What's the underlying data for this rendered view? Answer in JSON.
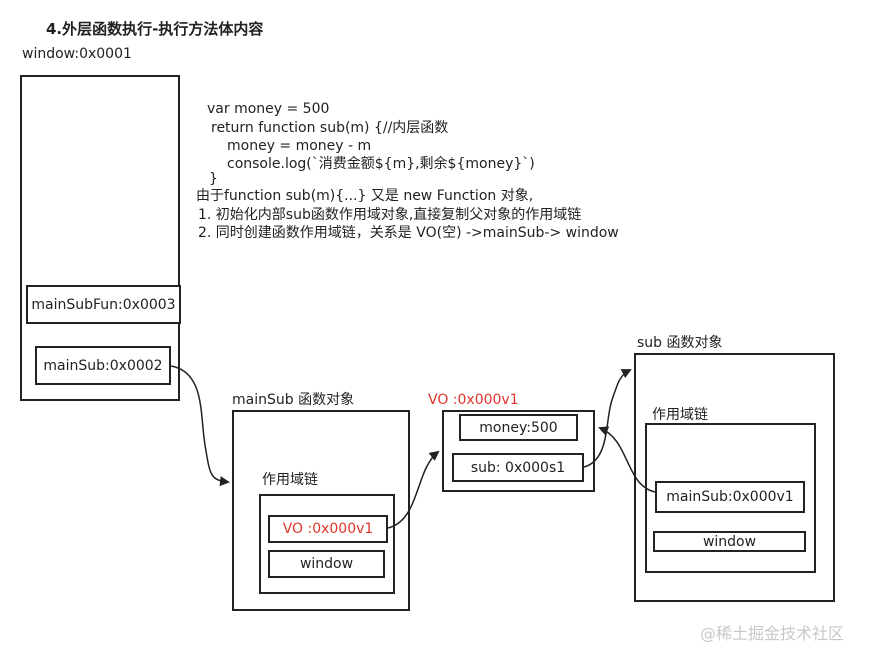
{
  "title": "4.外层函数执行-执行方法体内容",
  "window_box": {
    "label": "window:0x0001",
    "cells": [
      "mainSubFun:0x0003",
      "mainSub:0x0002"
    ]
  },
  "code_block": {
    "lines": [
      "var money = 500",
      "return function sub(m) {//内层函数",
      "money = money - m",
      "console.log(`消费金额${m},剩余${money}`)",
      "}"
    ],
    "notes": [
      "由于function sub(m){...} 又是 new Function 对象,",
      "1. 初始化内部sub函数作用域对象,直接复制父对象的作用域链",
      "2. 同时创建函数作用域链，关系是 VO(空) ->mainSub-> window"
    ]
  },
  "mainsub_object": {
    "label": "mainSub 函数对象",
    "scope_label": "作用域链",
    "cells": [
      "VO :0x000v1",
      "window"
    ]
  },
  "vo_box": {
    "label": "VO :0x000v1",
    "cells": [
      "money:500",
      "sub: 0x000s1"
    ]
  },
  "sub_object": {
    "label": "sub 函数对象",
    "scope_label": "作用域链",
    "cells": [
      "mainSub:0x000v1",
      "window"
    ]
  },
  "watermark": "@稀土掘金技术社区",
  "colors": {
    "highlight": "#e0352b",
    "stroke": "#222222"
  }
}
